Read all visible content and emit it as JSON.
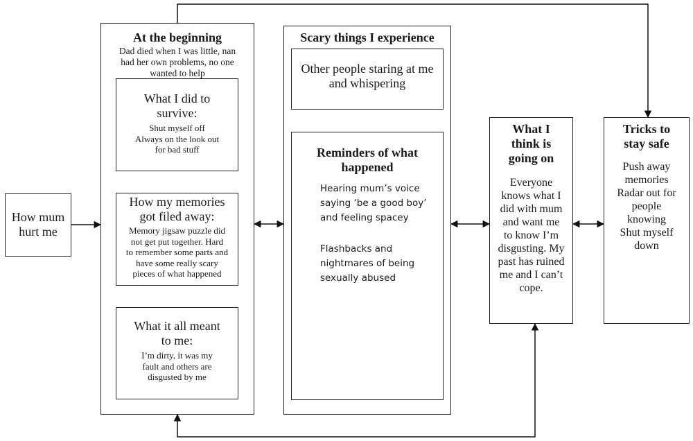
{
  "hurt_box": {
    "text": "How mum\nhurt me"
  },
  "beginning": {
    "title": "At the beginning",
    "subtitle": "Dad died when I was little, nan\nhad her own problems, no one\nwanted to help",
    "survive": {
      "heading": "What I did to\nsurvive:",
      "body": "Shut myself off\nAlways on the look out\nfor bad stuff"
    },
    "memories": {
      "heading": "How my memories\ngot filed away:",
      "body": "Memory jigsaw puzzle did\nnot get put together.  Hard\nto remember some parts and\nhave some really scary\npieces of what happened"
    },
    "meant": {
      "heading": "What it all meant\nto me:",
      "body": "I’m dirty, it was my\nfault and others are\ndisgusted by me"
    }
  },
  "scary": {
    "title": "Scary things I experience",
    "staring": "Other people staring at me\nand whispering",
    "reminders": {
      "title": "Reminders of what\nhappened",
      "item1": "Hearing mum’s voice\nsaying ‘be a good boy’\nand feeling spacey",
      "item2": "Flashbacks and\nnightmares of being\nsexually abused"
    }
  },
  "thinking": {
    "title": "What I\nthink is\ngoing on",
    "body": "Everyone\nknows what I\ndid with mum\nand want me\nto know I’m\ndisgusting. My\npast has ruined\nme and I can’t\ncope."
  },
  "tricks": {
    "title": "Tricks to\nstay safe",
    "body": "Push away\nmemories\nRadar out for\npeople\nknowing\nShut myself\ndown"
  }
}
